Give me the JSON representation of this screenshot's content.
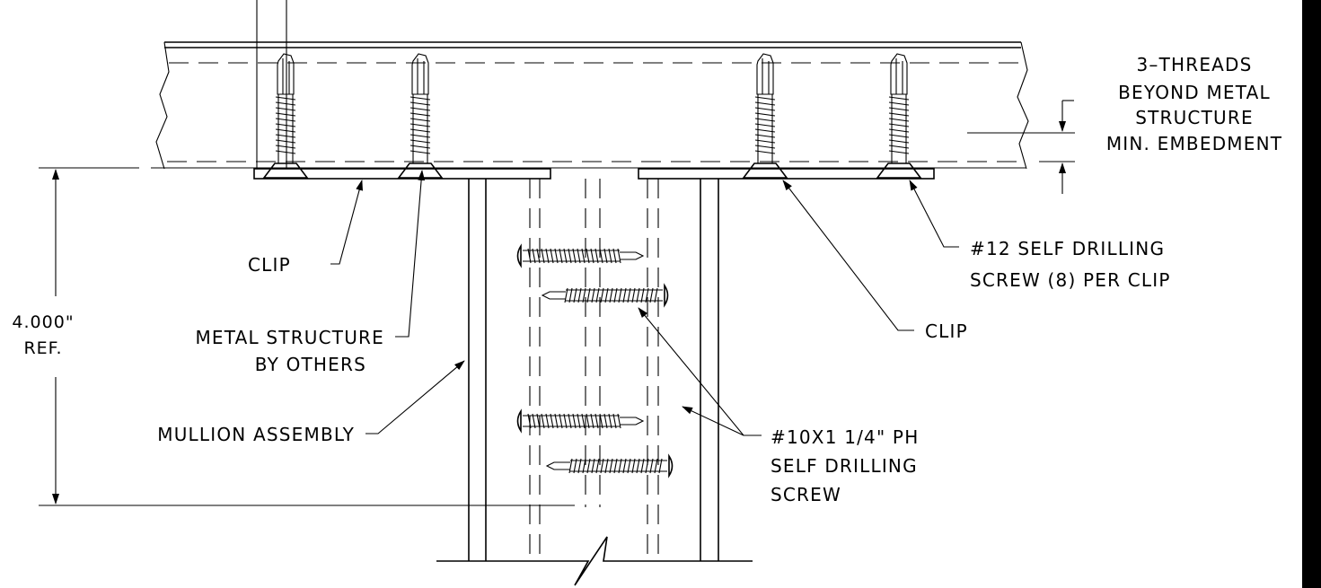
{
  "labels": {
    "threads_line1": "3–THREADS",
    "threads_line2": "BEYOND METAL",
    "threads_line3": "STRUCTURE",
    "threads_line4": "MIN. EMBEDMENT",
    "clip_left": "CLIP",
    "clip_right": "CLIP",
    "self_drill_12_line1": "#12 SELF DRILLING",
    "self_drill_12_line2": "SCREW (8) PER CLIP",
    "metal_structure_line1": "METAL STRUCTURE",
    "metal_structure_line2": "BY OTHERS",
    "mullion": "MULLION ASSEMBLY",
    "ph_screw_line1": "#10X1 1/4\" PH",
    "ph_screw_line2": "SELF DRILLING",
    "ph_screw_line3": "SCREW",
    "dimension_line1": "4.000\"",
    "dimension_line2": "REF."
  }
}
